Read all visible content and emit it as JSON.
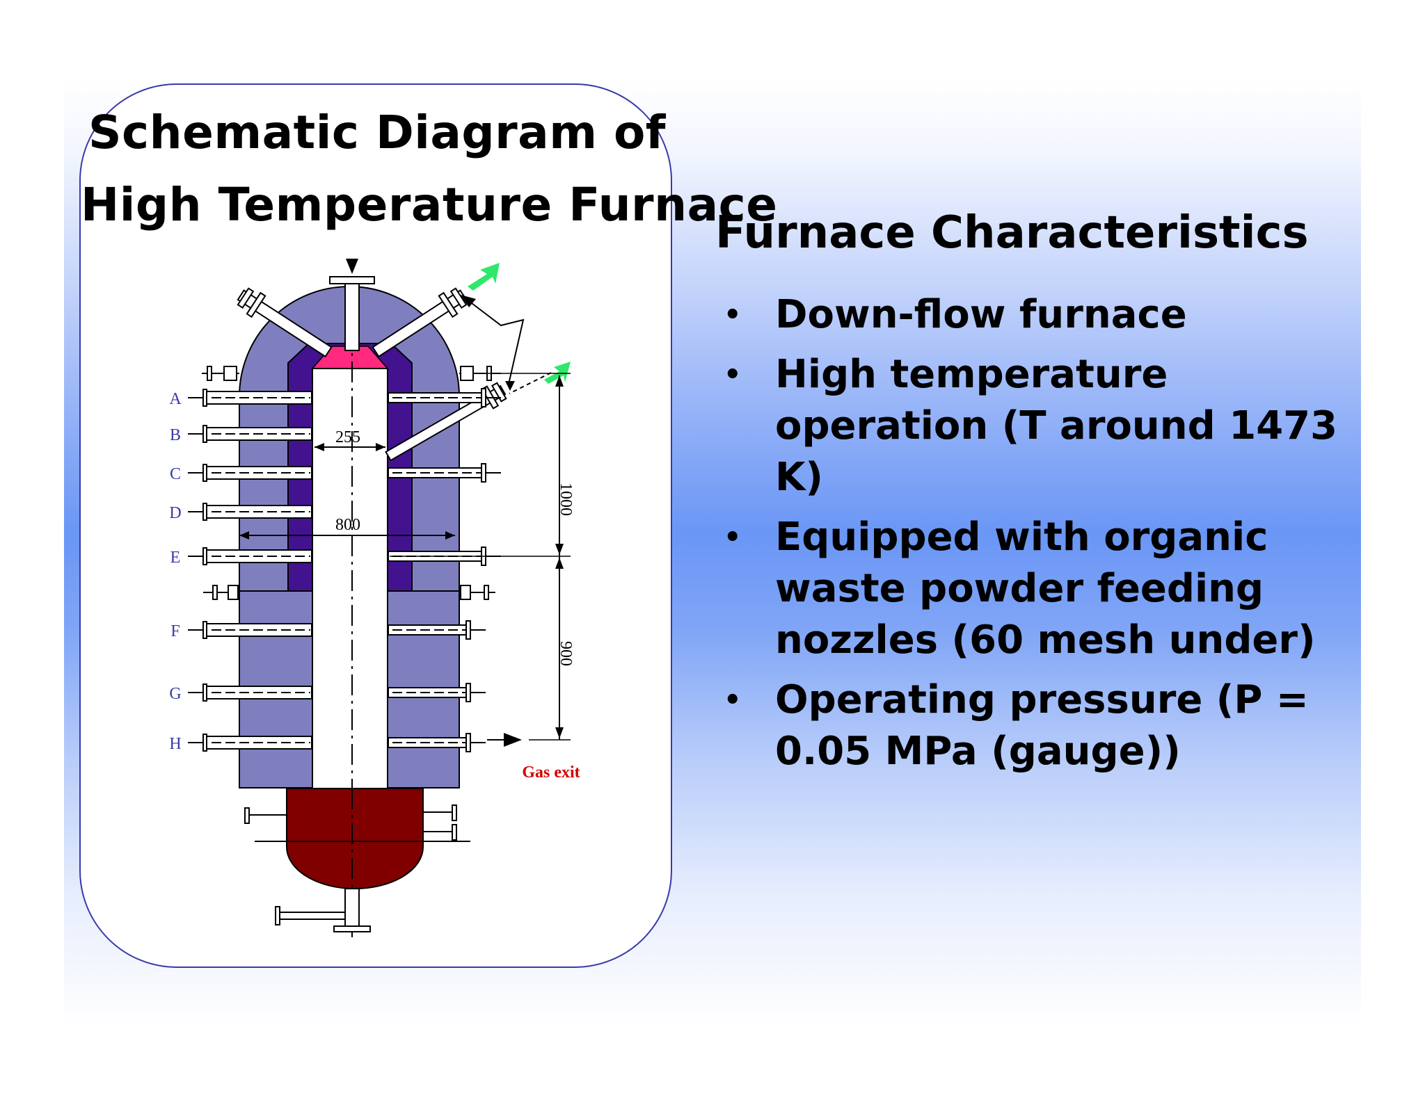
{
  "diagram": {
    "title_line_1": "Schematic Diagram of",
    "title_line_2": "High Temperature Furnace",
    "port_labels": [
      "A",
      "B",
      "C",
      "D",
      "E",
      "F",
      "G",
      "H"
    ],
    "dim_inner_diameter": "255",
    "dim_outer_diameter": "800",
    "dim_upper_height": "1000",
    "dim_lower_height": "900",
    "gas_exit_label": "Gas exit",
    "colors": {
      "outer_refractory": "#7f7fbf",
      "inner_liner": "#43128e",
      "top_zone": "#ff2a7f",
      "bottom_vessel": "#800000",
      "feed_arrows": "#2ee86a",
      "gas_exit_text": "#d40000",
      "label_text": "#3a3aa8"
    }
  },
  "characteristics": {
    "title": "Furnace Characteristics",
    "items": [
      "Down-flow furnace",
      "High temperature operation (T around 1473 K)",
      "Equipped with organic waste powder feeding nozzles (60 mesh under)",
      "Operating pressure (P = 0.05 MPa (gauge))"
    ]
  }
}
